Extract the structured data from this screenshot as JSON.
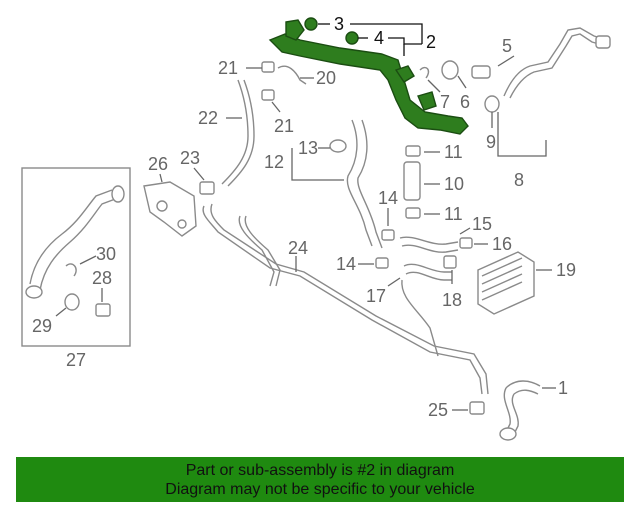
{
  "callouts": {
    "c1": "1",
    "c2": "2",
    "c3": "3",
    "c4": "4",
    "c5": "5",
    "c6": "6",
    "c7": "7",
    "c8": "8",
    "c9": "9",
    "c10": "10",
    "c11a": "11",
    "c11b": "11",
    "c12": "12",
    "c13": "13",
    "c14a": "14",
    "c14b": "14",
    "c15": "15",
    "c16": "16",
    "c17": "17",
    "c18": "18",
    "c19": "19",
    "c20": "20",
    "c21a": "21",
    "c21b": "21",
    "c22": "22",
    "c23": "23",
    "c24": "24",
    "c25": "25",
    "c26": "26",
    "c27": "27",
    "c28": "28",
    "c29": "29",
    "c30": "30"
  },
  "highlight": {
    "part_number": "2",
    "color": "#2e7d1e"
  },
  "banner": {
    "line1": "Part or sub-assembly is #2 in diagram",
    "line2": "Diagram may not be specific to your vehicle",
    "color": "#1f8a10"
  }
}
